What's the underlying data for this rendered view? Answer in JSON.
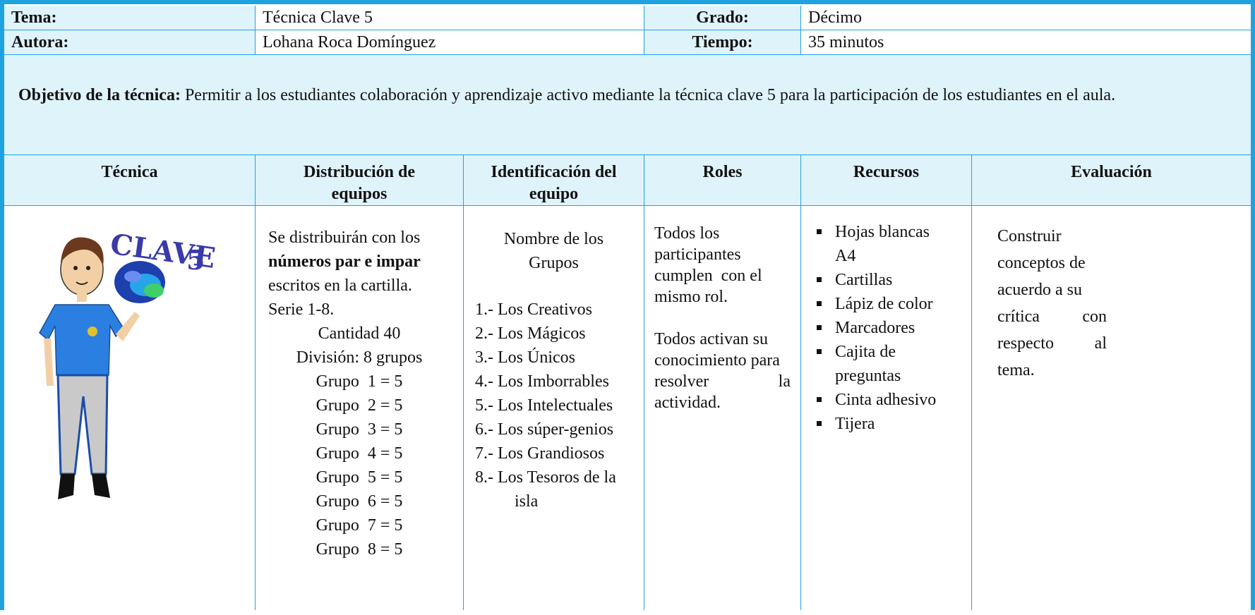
{
  "header": {
    "tema_label": "Tema:",
    "tema_value": "Técnica Clave 5",
    "grado_label": "Grado:",
    "grado_value": "Décimo",
    "autora_label": "Autora:",
    "autora_value": "Lohana Roca Domínguez",
    "tiempo_label": "Tiempo:",
    "tiempo_value": "35 minutos"
  },
  "objective": {
    "label": "Objetivo de la técnica:",
    "text": " Permitir a los estudiantes colaboración y aprendizaje activo mediante la técnica clave 5 para la participación de los estudiantes en el aula."
  },
  "columns": [
    "Técnica",
    "Distribución de equipos",
    "Identificación del equipo",
    "Roles",
    "Recursos",
    "Evaluación"
  ],
  "tecnica": {
    "logo_text": "CLAVE",
    "logo_number": "5"
  },
  "distribucion": {
    "intro_1": "Se distribuirán con los",
    "intro_bold": "números par e impar",
    "intro_2": "escritos en la cartilla.",
    "serie": "Serie 1-8.",
    "cantidad": "Cantidad 40",
    "division": "División: 8 grupos",
    "grupos": [
      "Grupo  1 = 5",
      "Grupo  2 = 5",
      "Grupo  3 = 5",
      "Grupo  4 = 5",
      "Grupo  5 = 5",
      "Grupo  6 = 5",
      "Grupo  7 = 5",
      "Grupo  8 = 5"
    ]
  },
  "identificacion": {
    "title_1": "Nombre de los",
    "title_2": "Grupos",
    "items": [
      "1.- Los Creativos",
      "2.- Los Mágicos",
      "3.- Los Únicos",
      "4.- Los Imborrables",
      "5.- Los Intelectuales",
      "6.- Los súper-genios",
      "7.- Los Grandiosos",
      "8.- Los Tesoros de la"
    ],
    "item_8_cont": "isla"
  },
  "roles": {
    "p1": [
      "Todos los",
      "participantes",
      "cumplen  con el",
      "mismo rol."
    ],
    "p2": [
      "Todos activan su",
      "conocimiento para",
      "resolver",
      "la",
      "actividad."
    ]
  },
  "recursos": {
    "items": [
      "Hojas blancas",
      "Cartillas",
      "Lápiz de color",
      "Marcadores",
      "Cajita de",
      "Cinta adhesivo",
      "Tijera"
    ],
    "item_1_cont": "A4",
    "item_5_cont": "preguntas"
  },
  "evaluacion": {
    "lines": [
      "Construir",
      "conceptos de",
      "acuerdo a su",
      "crítica",
      "con",
      "respecto",
      "al",
      "tema."
    ]
  },
  "colors": {
    "border": "#1fa3e0",
    "light_bg": "#dff3fb"
  }
}
